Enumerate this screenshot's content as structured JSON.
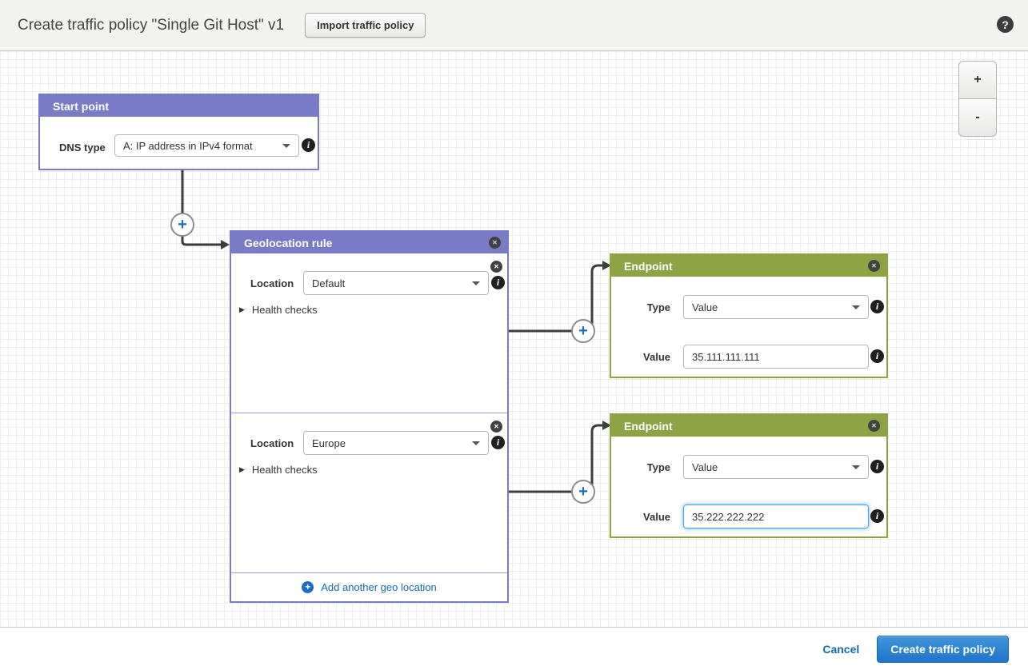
{
  "header": {
    "title": "Create traffic policy \"Single Git Host\" v1",
    "import_button_label": "Import traffic policy"
  },
  "icons": {
    "help": "?",
    "close": "✕",
    "info": "i",
    "plus": "+",
    "collapsed_arrow": "▶"
  },
  "zoom_controls": {
    "zoom_in": "+",
    "zoom_out": "-"
  },
  "start_point": {
    "title": "Start point",
    "dns_type_label": "DNS type",
    "dns_type_value": "A: IP address in IPv4 format"
  },
  "geolocation_rule": {
    "title": "Geolocation rule",
    "sections": [
      {
        "location_label": "Location",
        "location_value": "Default",
        "health_checks_label": "Health checks"
      },
      {
        "location_label": "Location",
        "location_value": "Europe",
        "health_checks_label": "Health checks"
      }
    ],
    "add_link_label": "Add another geo location"
  },
  "endpoints": [
    {
      "title": "Endpoint",
      "type_label": "Type",
      "type_value": "Value",
      "value_label": "Value",
      "value_input": "35.111.111.111"
    },
    {
      "title": "Endpoint",
      "type_label": "Type",
      "type_value": "Value",
      "value_label": "Value",
      "value_input": "35.222.222.222"
    }
  ],
  "footer": {
    "cancel_label": "Cancel",
    "create_label": "Create traffic policy"
  },
  "colors": {
    "purple_header": "#797bc7",
    "green_header": "#8ea344",
    "accent_blue": "#1b6ec2",
    "link_blue": "#1569b3",
    "connector": "#3d3d3d"
  }
}
